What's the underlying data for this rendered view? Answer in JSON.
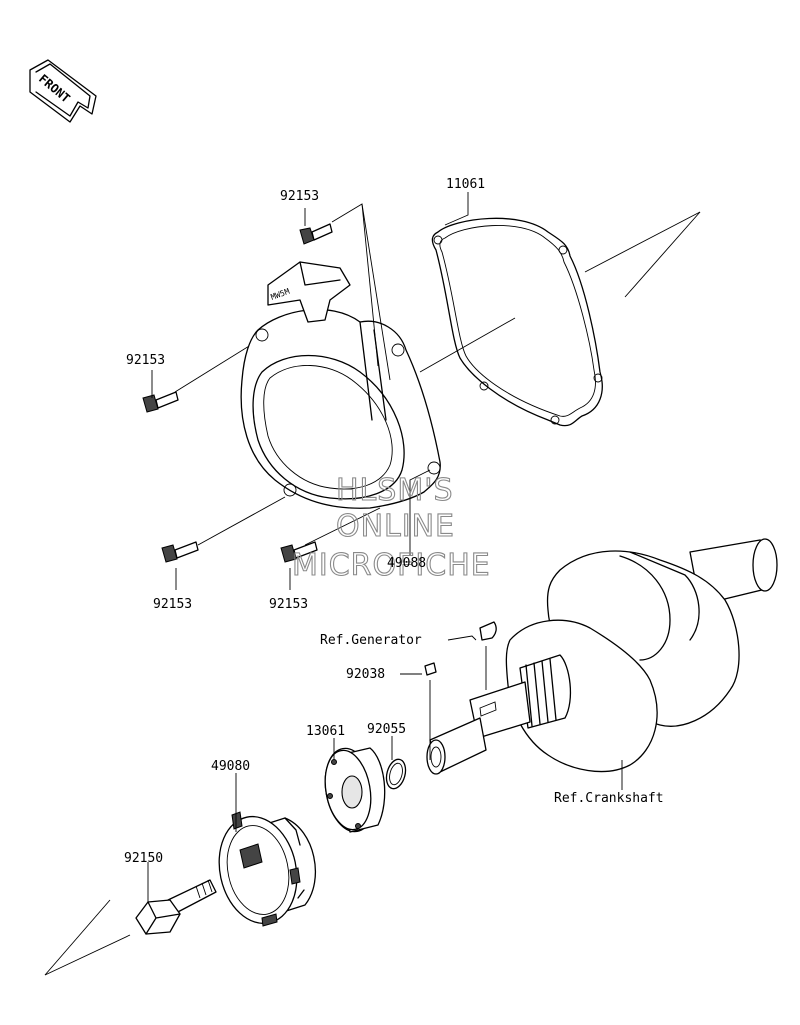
{
  "front_badge": "FRONT",
  "cover_tag": "MW5M",
  "watermark": [
    "HLSM'S",
    "ONLINE",
    "MICROFICHE"
  ],
  "parts": {
    "p11061": "11061",
    "p92153_top": "92153",
    "p92153_left": "92153",
    "p92153_bl": "92153",
    "p92153_br": "92153",
    "p49088": "49088",
    "p92038": "92038",
    "p92055": "92055",
    "p13061": "13061",
    "p49080": "49080",
    "p92150": "92150"
  },
  "refs": {
    "generator": "Ref.Generator",
    "crankshaft": "Ref.Crankshaft"
  }
}
